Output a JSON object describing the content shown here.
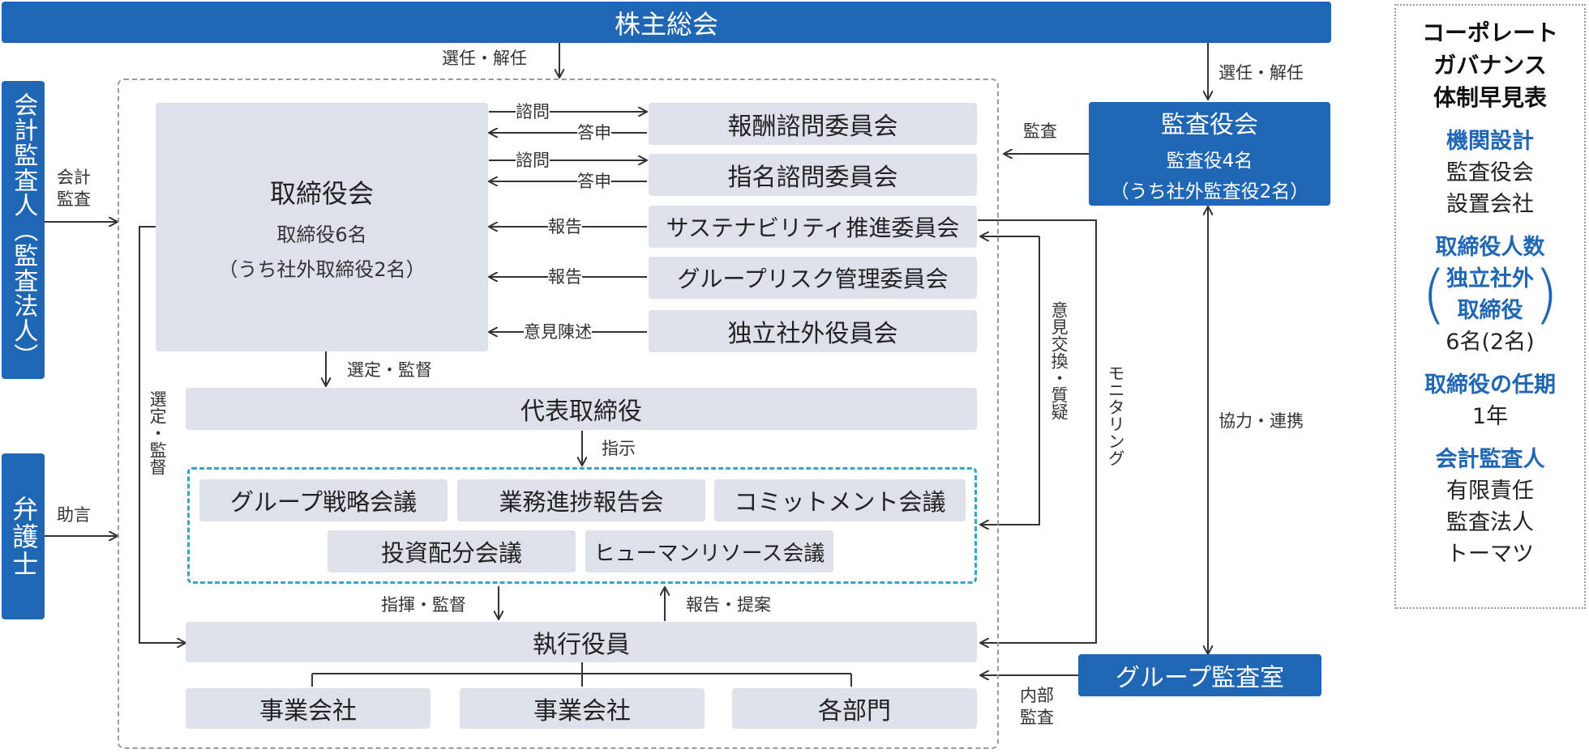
{
  "shareholders": "株主総会",
  "board": {
    "title": "取締役会",
    "count": "取締役6名",
    "outside": "（うち社外取締役2名）"
  },
  "auditors": {
    "title": "監査役会",
    "count": "監査役4名",
    "outside": "（うち社外監査役2名）"
  },
  "accounting_auditor": "会計監査人（監査法人）",
  "lawyer": "弁護士",
  "committees": {
    "remuneration": "報酬諮問委員会",
    "nomination": "指名諮問委員会",
    "sustainability": "サステナビリティ推進委員会",
    "risk": "グループリスク管理委員会",
    "outside_officers": "独立社外役員会"
  },
  "representative_director": "代表取締役",
  "meetings": {
    "strategy": "グループ戦略会議",
    "progress": "業務進捗報告会",
    "commitment": "コミットメント会議",
    "investment": "投資配分会議",
    "hr": "ヒューマンリソース会議"
  },
  "executive_officers": "執行役員",
  "units": {
    "company1": "事業会社",
    "company2": "事業会社",
    "departments": "各部門"
  },
  "group_audit": "グループ監査室",
  "labels": {
    "elect_dismiss_top": "選任・解任",
    "elect_dismiss_right": "選任・解任",
    "consult1": "諮問",
    "reply1": "答申",
    "consult2": "諮問",
    "reply2": "答申",
    "report1": "報告",
    "report2": "報告",
    "opinion": "意見陳述",
    "audit": "監査",
    "accounting_audit": "会計\n監査",
    "advice": "助言",
    "select_supervise_board": "選定・監督",
    "select_supervise_side": "選定・監督",
    "instruct": "指示",
    "command": "指揮・監督",
    "report_propose": "報告・提案",
    "exchange": "意見交換・質疑",
    "monitoring": "モニタリング",
    "cooperation": "協力・連携",
    "internal_audit": "内部\n監査"
  },
  "summary": {
    "title": "コーポレート\nガバナンス\n体制早見表",
    "design_h": "機関設計",
    "design_v": "監査役会\n設置会社",
    "directors_h": "取締役人数",
    "directors_sub": "独立社外\n取締役",
    "directors_v": "6名(2名)",
    "term_h": "取締役の任期",
    "term_v": "1年",
    "auditor_h": "会計監査人",
    "auditor_v": "有限責任\n監査法人\nトーマツ"
  }
}
